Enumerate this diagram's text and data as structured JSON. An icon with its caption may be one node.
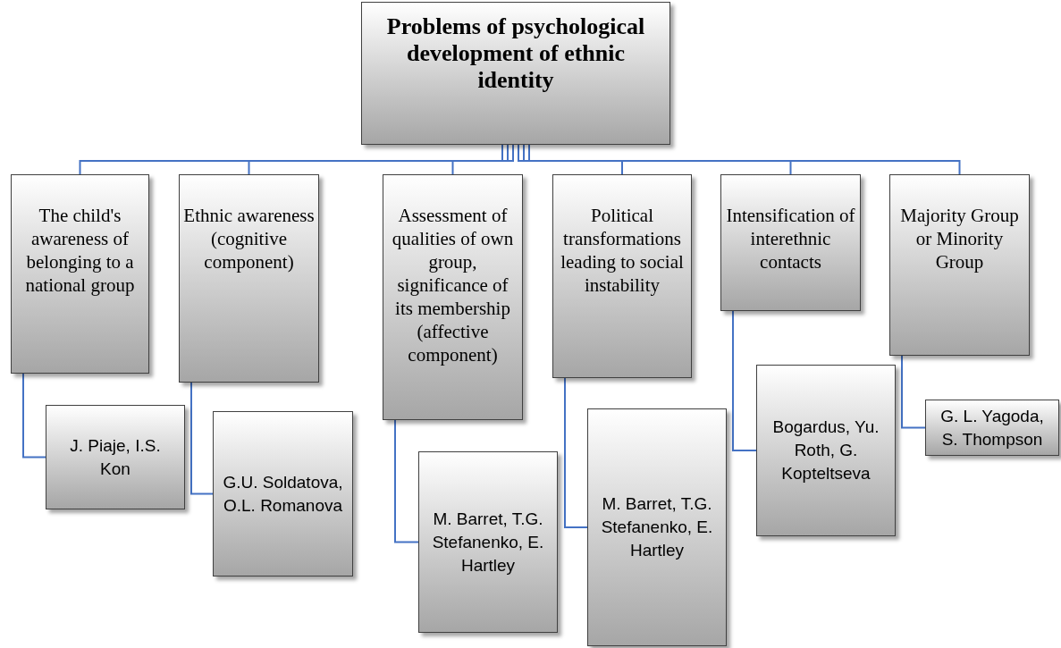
{
  "diagram": {
    "nodes": [
      {
        "text": [
          "Problems of psychological development of ethnic identity"
        ]
      },
      {
        "text": [
          "The child's awareness of belonging to a national group"
        ]
      },
      {
        "text": [
          "Ethnic awareness (cognitive component)"
        ]
      },
      {
        "text": [
          "Assessment of qualities of own group, significance of its membership (affective component)"
        ]
      },
      {
        "text": [
          "Political transformations leading to social instability"
        ]
      },
      {
        "text": [
          "Intensification of interethnic contacts"
        ]
      },
      {
        "text": [
          "Majority Group or Minority Group"
        ]
      },
      {
        "text": [
          "J. Piaje, I.S. Kon"
        ]
      },
      {
        "text": [
          "G.U. Soldatova, O.L. Romanova"
        ]
      },
      {
        "text": [
          "M. Barret, T.G. Stefanenko, E. Hartley"
        ]
      },
      {
        "text": [
          "M. Barret, T.G. Stefanenko, E. Hartley"
        ]
      },
      {
        "text": [
          "Bogardus, Yu. Roth, G. Kopteltseva"
        ]
      },
      {
        "text": [
          "G. L. Yagoda, S. Thompson"
        ]
      }
    ],
    "edges": [
      {
        "from": 0,
        "to": 1,
        "arrow": "none"
      },
      {
        "from": 0,
        "to": 2,
        "arrow": "none"
      },
      {
        "from": 0,
        "to": 3,
        "arrow": "none"
      },
      {
        "from": 0,
        "to": 4,
        "arrow": "none"
      },
      {
        "from": 0,
        "to": 5,
        "arrow": "none"
      },
      {
        "from": 0,
        "to": 6,
        "arrow": "none"
      },
      {
        "from": 1,
        "to": 7,
        "arrow": "none"
      },
      {
        "from": 2,
        "to": 8,
        "arrow": "none"
      },
      {
        "from": 3,
        "to": 9,
        "arrow": "none"
      },
      {
        "from": 4,
        "to": 10,
        "arrow": "none"
      },
      {
        "from": 5,
        "to": 11,
        "arrow": "none"
      },
      {
        "from": 6,
        "to": 12,
        "arrow": "none"
      }
    ]
  }
}
